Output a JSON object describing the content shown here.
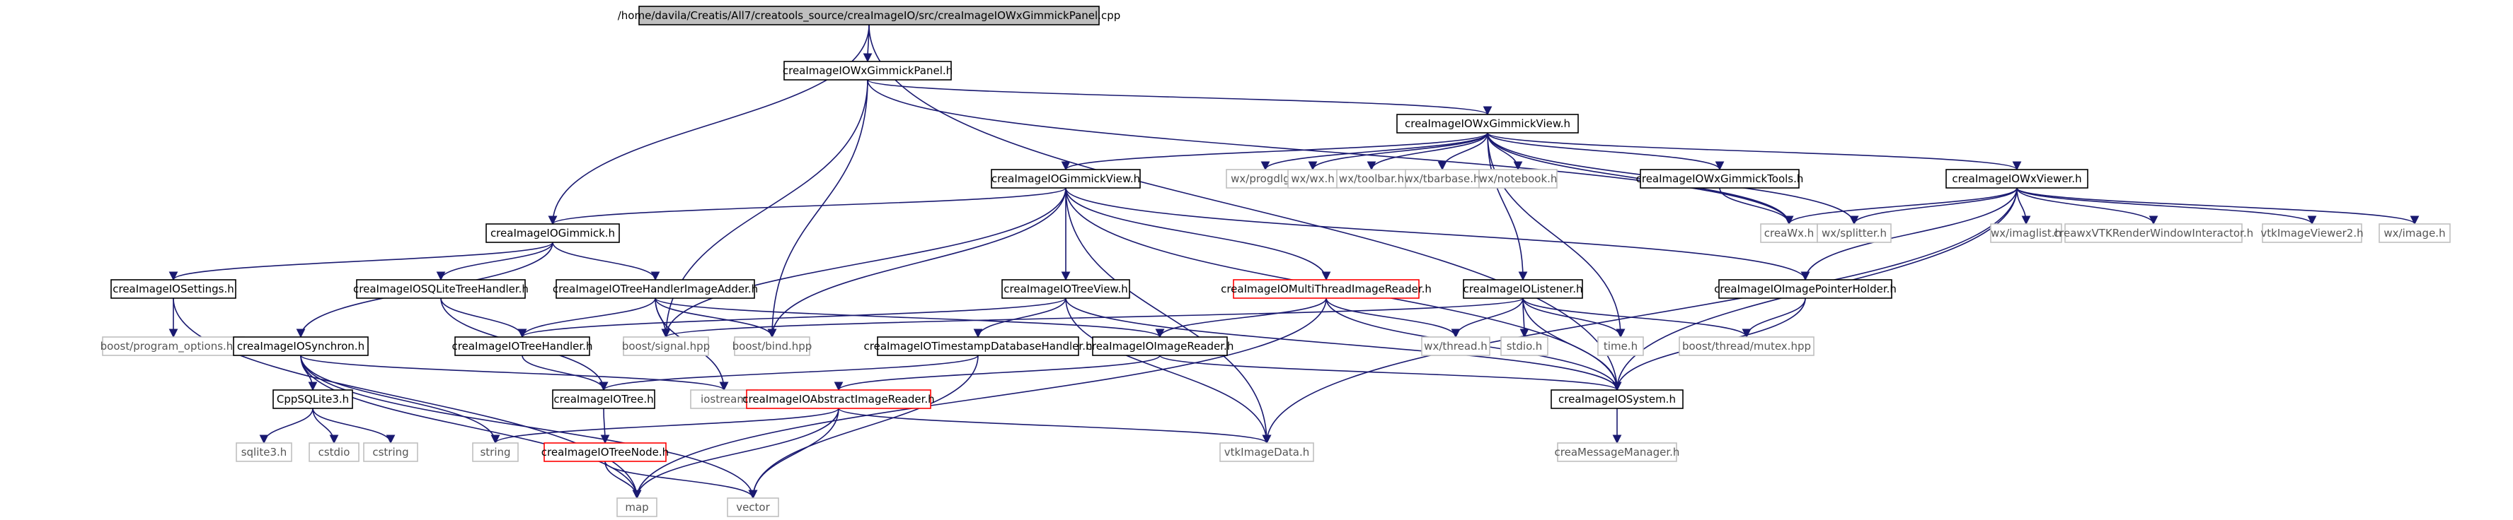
{
  "nodes": [
    {
      "id": "root",
      "label": "/home/davila/Creatis/All7/creatools_source/creaImageIO/src/creaImageIOWxGimmickPanel.cpp",
      "style": "root"
    },
    {
      "id": "panel_h",
      "label": "creaImageIOWxGimmickPanel.h",
      "style": "normal"
    },
    {
      "id": "wxgv",
      "label": "creaImageIOWxGimmickView.h",
      "style": "normal"
    },
    {
      "id": "gv",
      "label": "creaImageIOGimmickView.h",
      "style": "normal"
    },
    {
      "id": "progdlg",
      "label": "wx/progdlg.h",
      "style": "external"
    },
    {
      "id": "wxwx",
      "label": "wx/wx.h",
      "style": "external"
    },
    {
      "id": "toolbar",
      "label": "wx/toolbar.h",
      "style": "external"
    },
    {
      "id": "tbarbase",
      "label": "wx/tbarbase.h",
      "style": "external"
    },
    {
      "id": "notebook",
      "label": "wx/notebook.h",
      "style": "external"
    },
    {
      "id": "gtools",
      "label": "creaImageIOWxGimmickTools.h",
      "style": "normal"
    },
    {
      "id": "wxviewer",
      "label": "creaImageIOWxViewer.h",
      "style": "normal"
    },
    {
      "id": "gimmick",
      "label": "creaImageIOGimmick.h",
      "style": "normal"
    },
    {
      "id": "creawx",
      "label": "creaWx.h",
      "style": "external"
    },
    {
      "id": "splitter",
      "label": "wx/splitter.h",
      "style": "external"
    },
    {
      "id": "imaglist",
      "label": "wx/imaglist.h",
      "style": "external"
    },
    {
      "id": "creawxvtk",
      "label": "creawxVTKRenderWindowInteractor.h",
      "style": "external"
    },
    {
      "id": "vtkviewer2",
      "label": "vtkImageViewer2.h",
      "style": "external"
    },
    {
      "id": "wximage",
      "label": "wx/image.h",
      "style": "external"
    },
    {
      "id": "settings",
      "label": "creaImageIOSettings.h",
      "style": "normal"
    },
    {
      "id": "sqlitetree",
      "label": "creaImageIOSQLiteTreeHandler.h",
      "style": "normal"
    },
    {
      "id": "thia",
      "label": "creaImageIOTreeHandlerImageAdder.h",
      "style": "normal"
    },
    {
      "id": "treeview",
      "label": "creaImageIOTreeView.h",
      "style": "normal"
    },
    {
      "id": "mtreader",
      "label": "creaImageIOMultiThreadImageReader.h",
      "style": "red"
    },
    {
      "id": "listener",
      "label": "creaImageIOListener.h",
      "style": "normal"
    },
    {
      "id": "iph",
      "label": "creaImageIOImagePointerHolder.h",
      "style": "normal"
    },
    {
      "id": "progopt",
      "label": "boost/program_options.hpp",
      "style": "external"
    },
    {
      "id": "synchron",
      "label": "creaImageIOSynchron.h",
      "style": "normal"
    },
    {
      "id": "treehandler",
      "label": "creaImageIOTreeHandler.h",
      "style": "normal"
    },
    {
      "id": "signal",
      "label": "boost/signal.hpp",
      "style": "external"
    },
    {
      "id": "bind",
      "label": "boost/bind.hpp",
      "style": "external"
    },
    {
      "id": "tsdb",
      "label": "creaImageIOTimestampDatabaseHandler.h",
      "style": "normal"
    },
    {
      "id": "imgreader",
      "label": "creaImageIOImageReader.h",
      "style": "normal"
    },
    {
      "id": "wxthread",
      "label": "wx/thread.h",
      "style": "external"
    },
    {
      "id": "stdio",
      "label": "stdio.h",
      "style": "external"
    },
    {
      "id": "timeh",
      "label": "time.h",
      "style": "external"
    },
    {
      "id": "mutex",
      "label": "boost/thread/mutex.hpp",
      "style": "external"
    },
    {
      "id": "cppsqlite",
      "label": "CppSQLite3.h",
      "style": "normal"
    },
    {
      "id": "iostream",
      "label": "iostream",
      "style": "external"
    },
    {
      "id": "tree",
      "label": "creaImageIOTree.h",
      "style": "normal"
    },
    {
      "id": "absreader",
      "label": "creaImageIOAbstractImageReader.h",
      "style": "red"
    },
    {
      "id": "system",
      "label": "creaImageIOSystem.h",
      "style": "normal"
    },
    {
      "id": "sqlite3",
      "label": "sqlite3.h",
      "style": "external"
    },
    {
      "id": "cstdio",
      "label": "cstdio",
      "style": "external"
    },
    {
      "id": "cstring",
      "label": "cstring",
      "style": "external"
    },
    {
      "id": "string",
      "label": "string",
      "style": "external"
    },
    {
      "id": "treenode",
      "label": "creaImageIOTreeNode.h",
      "style": "red"
    },
    {
      "id": "vtkimagedata",
      "label": "vtkImageData.h",
      "style": "external"
    },
    {
      "id": "msgmgr",
      "label": "creaMessageManager.h",
      "style": "external"
    },
    {
      "id": "map",
      "label": "map",
      "style": "external"
    },
    {
      "id": "vector",
      "label": "vector",
      "style": "external"
    }
  ],
  "edges": [
    [
      "root",
      "panel_h"
    ],
    [
      "root",
      "gimmick"
    ],
    [
      "root",
      "system"
    ],
    [
      "panel_h",
      "wxgv"
    ],
    [
      "panel_h",
      "signal"
    ],
    [
      "panel_h",
      "bind"
    ],
    [
      "panel_h",
      "creawx"
    ],
    [
      "wxgv",
      "gv"
    ],
    [
      "wxgv",
      "progdlg"
    ],
    [
      "wxgv",
      "wxwx"
    ],
    [
      "wxgv",
      "toolbar"
    ],
    [
      "wxgv",
      "tbarbase"
    ],
    [
      "wxgv",
      "notebook"
    ],
    [
      "wxgv",
      "gtools"
    ],
    [
      "wxgv",
      "wxviewer"
    ],
    [
      "wxgv",
      "creawx"
    ],
    [
      "wxgv",
      "splitter"
    ],
    [
      "wxgv",
      "timeh"
    ],
    [
      "wxgv",
      "listener"
    ],
    [
      "gv",
      "gimmick"
    ],
    [
      "gv",
      "treeview"
    ],
    [
      "gv",
      "mtreader"
    ],
    [
      "gv",
      "iph"
    ],
    [
      "gv",
      "signal"
    ],
    [
      "gv",
      "bind"
    ],
    [
      "gv",
      "system"
    ],
    [
      "gv",
      "vtkimagedata"
    ],
    [
      "gtools",
      "creawx"
    ],
    [
      "wxviewer",
      "creawx"
    ],
    [
      "wxviewer",
      "splitter"
    ],
    [
      "wxviewer",
      "imaglist"
    ],
    [
      "wxviewer",
      "creawxvtk"
    ],
    [
      "wxviewer",
      "vtkviewer2"
    ],
    [
      "wxviewer",
      "wximage"
    ],
    [
      "wxviewer",
      "iph"
    ],
    [
      "wxviewer",
      "system"
    ],
    [
      "wxviewer",
      "vtkimagedata"
    ],
    [
      "gimmick",
      "settings"
    ],
    [
      "gimmick",
      "sqlitetree"
    ],
    [
      "gimmick",
      "thia"
    ],
    [
      "gimmick",
      "synchron"
    ],
    [
      "settings",
      "progopt"
    ],
    [
      "settings",
      "map"
    ],
    [
      "sqlitetree",
      "treehandler"
    ],
    [
      "sqlitetree",
      "tree"
    ],
    [
      "thia",
      "treehandler"
    ],
    [
      "thia",
      "imgreader"
    ],
    [
      "thia",
      "signal"
    ],
    [
      "thia",
      "bind"
    ],
    [
      "thia",
      "iostream"
    ],
    [
      "treeview",
      "treehandler"
    ],
    [
      "treeview",
      "tsdb"
    ],
    [
      "treeview",
      "system"
    ],
    [
      "treeview",
      "vtkimagedata"
    ],
    [
      "mtreader",
      "imgreader"
    ],
    [
      "mtreader",
      "wxthread"
    ],
    [
      "mtreader",
      "system"
    ],
    [
      "mtreader",
      "map"
    ],
    [
      "listener",
      "wxthread"
    ],
    [
      "listener",
      "stdio"
    ],
    [
      "listener",
      "timeh"
    ],
    [
      "listener",
      "mutex"
    ],
    [
      "listener",
      "system"
    ],
    [
      "listener",
      "signal"
    ],
    [
      "iph",
      "mutex"
    ],
    [
      "iph",
      "system"
    ],
    [
      "synchron",
      "cppsqlite"
    ],
    [
      "synchron",
      "iostream"
    ],
    [
      "synchron",
      "string"
    ],
    [
      "synchron",
      "map"
    ],
    [
      "synchron",
      "vector"
    ],
    [
      "treehandler",
      "tree"
    ],
    [
      "tsdb",
      "tree"
    ],
    [
      "tsdb",
      "vector"
    ],
    [
      "imgreader",
      "absreader"
    ],
    [
      "imgreader",
      "system"
    ],
    [
      "cppsqlite",
      "sqlite3"
    ],
    [
      "cppsqlite",
      "cstdio"
    ],
    [
      "cppsqlite",
      "cstring"
    ],
    [
      "tree",
      "treenode"
    ],
    [
      "absreader",
      "string"
    ],
    [
      "absreader",
      "vtkimagedata"
    ],
    [
      "absreader",
      "map"
    ],
    [
      "absreader",
      "vector"
    ],
    [
      "system",
      "msgmgr"
    ],
    [
      "treenode",
      "map"
    ],
    [
      "treenode",
      "vector"
    ]
  ],
  "colors": {
    "edge": "#191970",
    "normal_border": "#000000",
    "external_border": "#bfbfbf",
    "red_border": "#ff0000",
    "root_fill": "#bfbfbf",
    "text": "#000000",
    "external_text": "#555555"
  }
}
